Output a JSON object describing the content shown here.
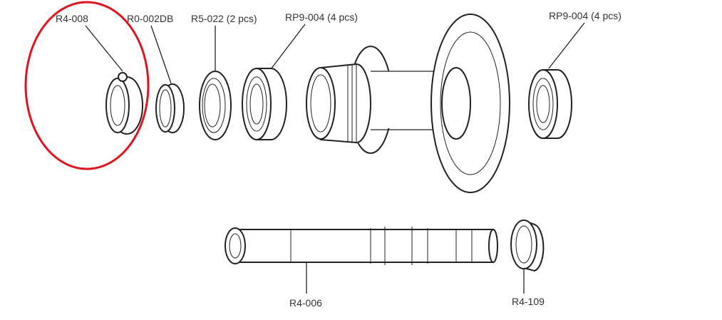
{
  "diagram": {
    "labels": {
      "lockring": "R4-008",
      "spacer": "R0-002DB",
      "seal": "R5-022 (2 pcs)",
      "bearing_left": "RP9-004 (4 pcs)",
      "bearing_right": "RP9-004 (4 pcs)",
      "axle": "R4-006",
      "endcap": "R4-109"
    },
    "highlight_color": "#e0141e"
  }
}
